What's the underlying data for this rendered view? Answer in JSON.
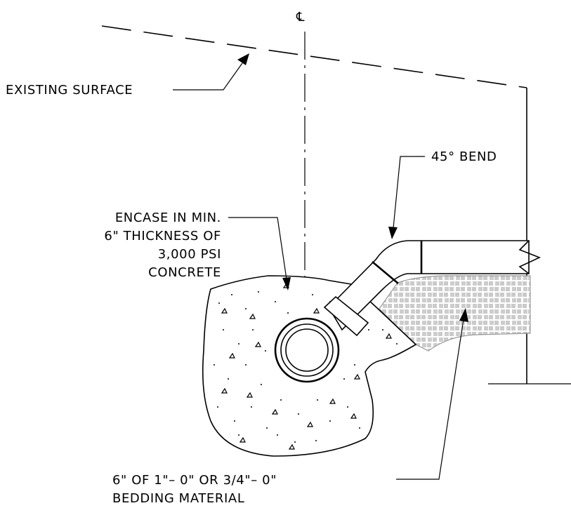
{
  "labels": {
    "centerline": "℄",
    "existing_surface": "EXISTING SURFACE",
    "bend": "45° BEND",
    "encase_line1": "ENCASE IN MIN.",
    "encase_line2": "6\" THICKNESS OF",
    "encase_line3": "3,000 PSI",
    "encase_line4": "CONCRETE",
    "bedding_line1": "6\" OF 1\"– 0\" OR 3/4\"– 0\"",
    "bedding_line2": "BEDDING MATERIAL"
  }
}
